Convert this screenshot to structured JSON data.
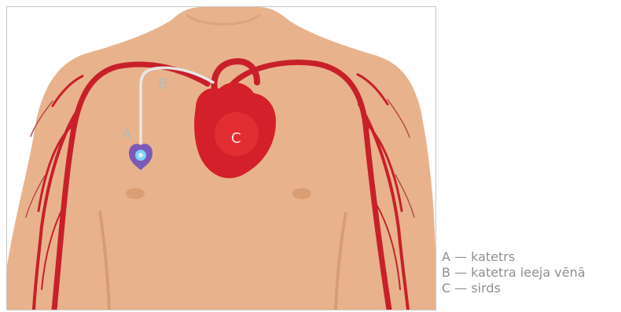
{
  "diagram": {
    "labels": {
      "a": "A",
      "b": "B",
      "c": "C"
    },
    "colors": {
      "skin": "#e8b38c",
      "skin_shadow": "#d6996f",
      "vessel": "#c8202b",
      "heart": "#d3202a",
      "heart_highlight": "#ef3a3a",
      "port": "#7b59b7",
      "port_center": "#7fd0ff",
      "catheter": "#e6e6e6",
      "label_text": "#ffffff",
      "label_text_muted": "#b8b8b8",
      "frame_border": "#c7c7c7",
      "legend_text": "#8f8f8f"
    },
    "icons": {
      "port": "port-device-icon",
      "heart": "heart-icon"
    }
  },
  "legend": {
    "items": [
      "A — katetrs",
      "B — katetra ieeja vēnā",
      "C — sirds"
    ]
  }
}
